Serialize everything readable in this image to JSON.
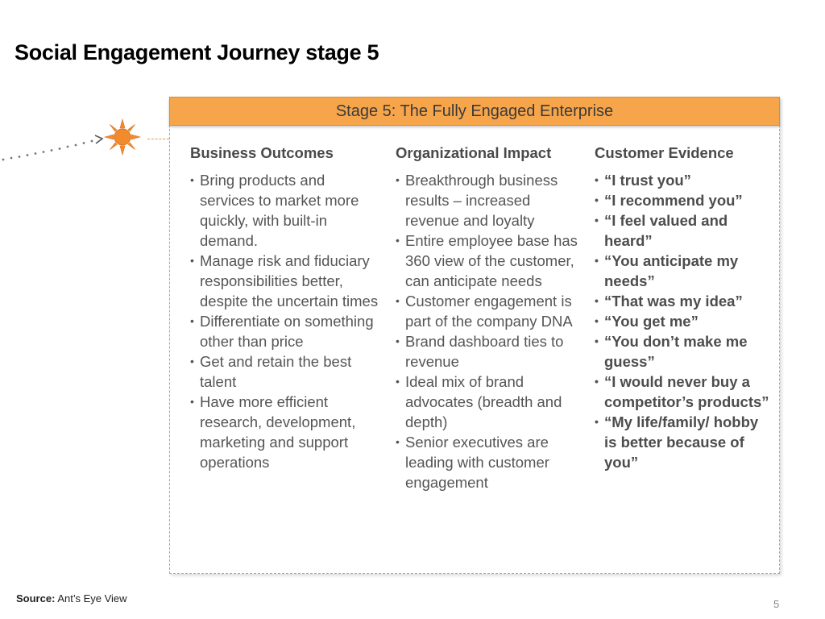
{
  "slide": {
    "title": "Social Engagement Journey stage 5",
    "source_label": "Source:",
    "source_text": "Ant’s Eye View",
    "page_number": "5"
  },
  "icons": {
    "sun": "sun-icon",
    "arrow": "dotted-arrow-icon"
  },
  "colors": {
    "accent": "#f7a54a",
    "sun": "#f28a2e"
  },
  "panel": {
    "header": "Stage 5: The Fully Engaged Enterprise",
    "columns": [
      {
        "heading": "Business Outcomes",
        "items": [
          "Bring products and services to market more quickly, with built-in demand.",
          "Manage risk and fiduciary responsibilities better, despite the uncertain times",
          "Differentiate on something other than price",
          "Get and retain the best talent",
          "Have more efficient research, development, marketing and support operations"
        ]
      },
      {
        "heading": "Organizational Impact",
        "items": [
          "Breakthrough business results – increased revenue and loyalty",
          "Entire employee base has 360 view of the customer, can anticipate needs",
          "Customer engagement is part of the company DNA",
          "Brand dashboard ties to revenue",
          "Ideal mix of brand advocates (breadth and depth)",
          "Senior executives are leading with customer engagement"
        ]
      },
      {
        "heading": "Customer Evidence",
        "items": [
          "“I trust you”",
          "“I recommend you”",
          "“I feel valued and heard”",
          "“You anticipate my needs”",
          "“That was my idea”",
          "“You get me”",
          "“You don’t make me guess”",
          "“I would never buy a competitor’s products”",
          "“My life/family/ hobby is better because of you”"
        ]
      }
    ]
  }
}
